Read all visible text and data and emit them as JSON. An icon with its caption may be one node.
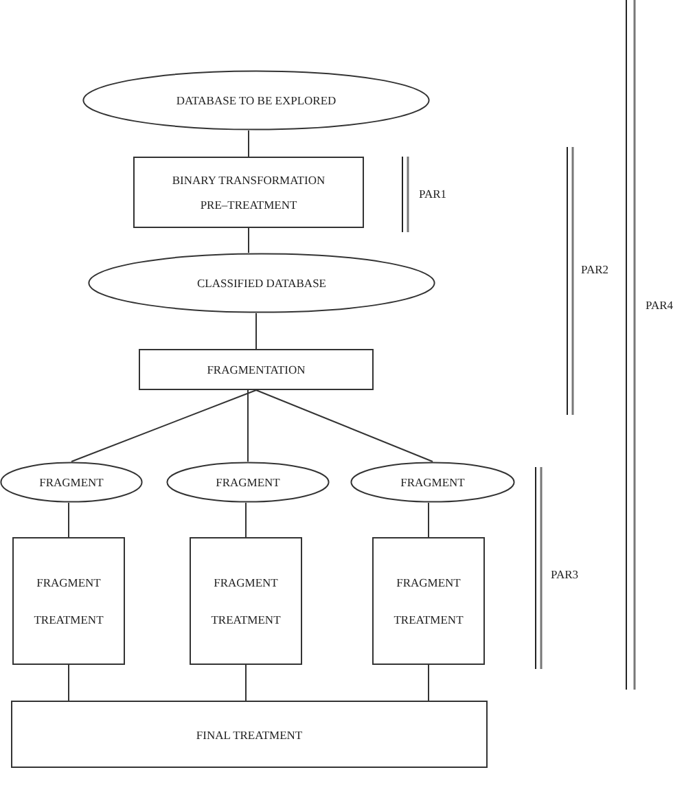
{
  "diagram": {
    "nodes": [
      {
        "text": [
          "DATABASE TO BE EXPLORED"
        ]
      },
      {
        "text": [
          "BINARY TRANSFORMATION PRE–TREATMENT"
        ]
      },
      {
        "text": [
          "CLASSIFIED DATABASE"
        ]
      },
      {
        "text": [
          "FRAGMENTATION"
        ]
      },
      {
        "text": [
          "FRAGMENT"
        ]
      },
      {
        "text": [
          "FRAGMENT"
        ]
      },
      {
        "text": [
          "FRAGMENT"
        ]
      },
      {
        "text": [
          "FRAGMENT TREATMENT"
        ]
      },
      {
        "text": [
          "FRAGMENT TREATMENT"
        ]
      },
      {
        "text": [
          "FRAGMENT TREATMENT"
        ]
      },
      {
        "text": [
          "FINAL TREATMENT"
        ]
      }
    ],
    "edges": [
      {
        "from": 0,
        "to": 1,
        "arrow": "none"
      },
      {
        "from": 1,
        "to": 2,
        "arrow": "none"
      },
      {
        "from": 2,
        "to": 3,
        "arrow": "none"
      },
      {
        "from": 3,
        "to": 4,
        "arrow": "none"
      },
      {
        "from": 3,
        "to": 5,
        "arrow": "none"
      },
      {
        "from": 3,
        "to": 6,
        "arrow": "none"
      },
      {
        "from": 4,
        "to": 7,
        "arrow": "none"
      },
      {
        "from": 5,
        "to": 8,
        "arrow": "none"
      },
      {
        "from": 6,
        "to": 9,
        "arrow": "none"
      },
      {
        "from": 7,
        "to": 10,
        "arrow": "none"
      },
      {
        "from": 8,
        "to": 10,
        "arrow": "none"
      },
      {
        "from": 9,
        "to": 10,
        "arrow": "none"
      }
    ],
    "labels": [
      "PAR1",
      "PAR2",
      "PAR4",
      "PAR3"
    ]
  }
}
